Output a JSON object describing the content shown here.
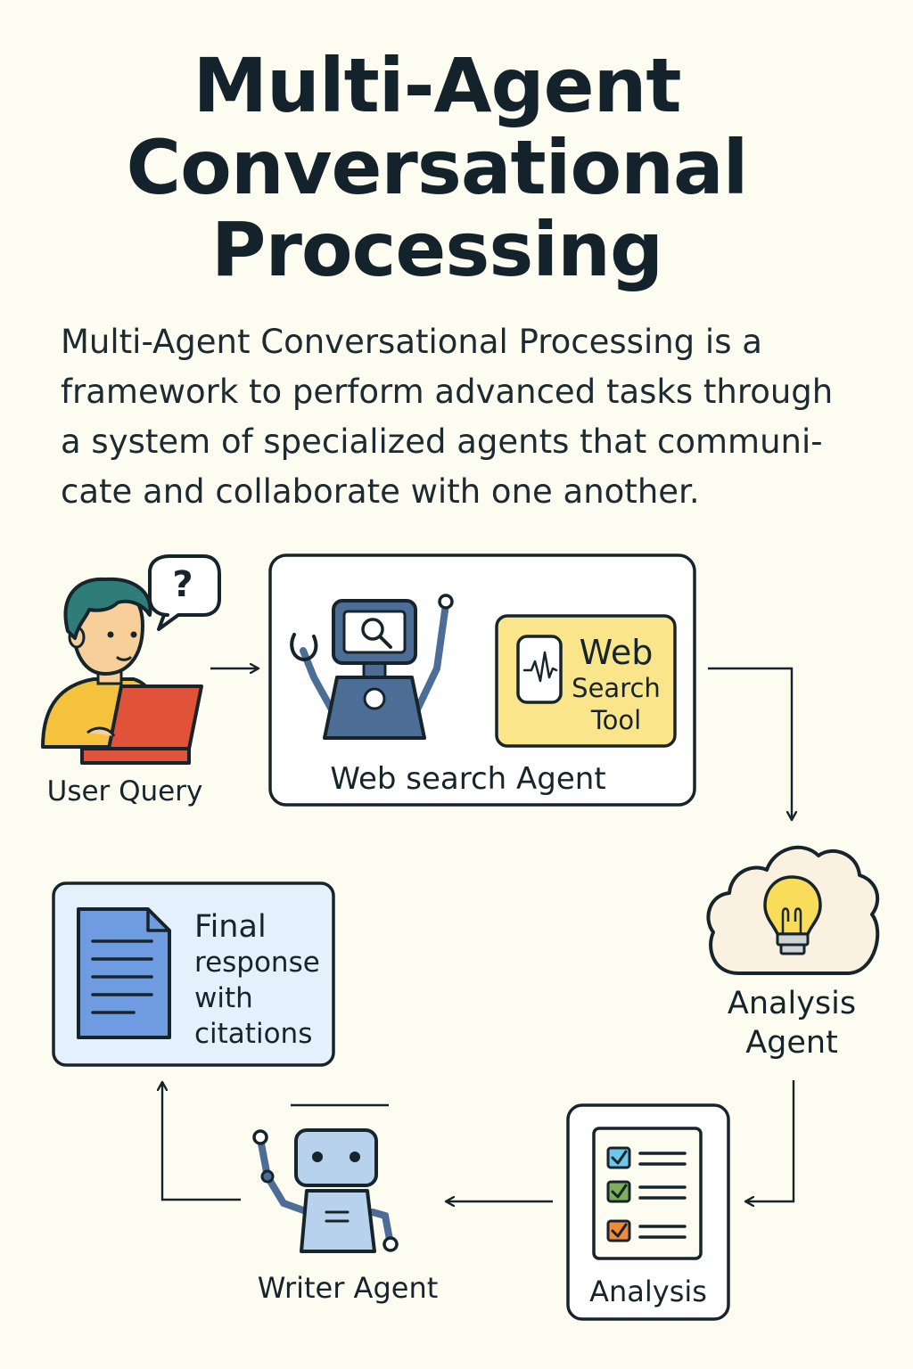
{
  "title": {
    "line1": "Multi-Agent",
    "line2": "Conversational",
    "line3": "Processing"
  },
  "intro": {
    "line1": "Multi-Agent Conversational Processing is a",
    "line2": "framework to perform advanced tasks through",
    "line3": "a system of specialized agents that communi-",
    "line4": "cate and collaborate with one another."
  },
  "nodes": {
    "user": {
      "label": "User Query",
      "bubble": "?"
    },
    "web_search_agent": {
      "label": "Web search Agent",
      "tool": {
        "line1": "Web",
        "line2": "Search",
        "line3": "Tool"
      }
    },
    "analysis_agent": {
      "line1": "Analysis",
      "line2": "Agent"
    },
    "analysis": {
      "label": "Analysis"
    },
    "writer_agent": {
      "label": "Writer Agent"
    },
    "final_response": {
      "line1": "Final",
      "line2": "response",
      "line3": "with",
      "line4": "citations"
    }
  },
  "colors": {
    "background": "#fdfcf1",
    "ink": "#16242c",
    "tool_yellow": "#fbe58a",
    "final_blue": "#e4f0fb",
    "doc_blue": "#6f9be0",
    "robot_blue": "#4b6d96",
    "writer_blue": "#b8d2ee",
    "laptop_red": "#e0533a",
    "shirt_yellow": "#f4c23c",
    "hair_teal": "#2f7d78",
    "bulb_yellow": "#f8dc5a",
    "check_blue": "#6fc6e8",
    "check_green": "#7fae57",
    "check_orange": "#f08a3a"
  },
  "icons": [
    "question-bubble-icon",
    "user-laptop-icon",
    "search-robot-icon",
    "waveform-icon",
    "cloud-lightbulb-icon",
    "checklist-icon",
    "writer-robot-icon",
    "document-icon"
  ]
}
